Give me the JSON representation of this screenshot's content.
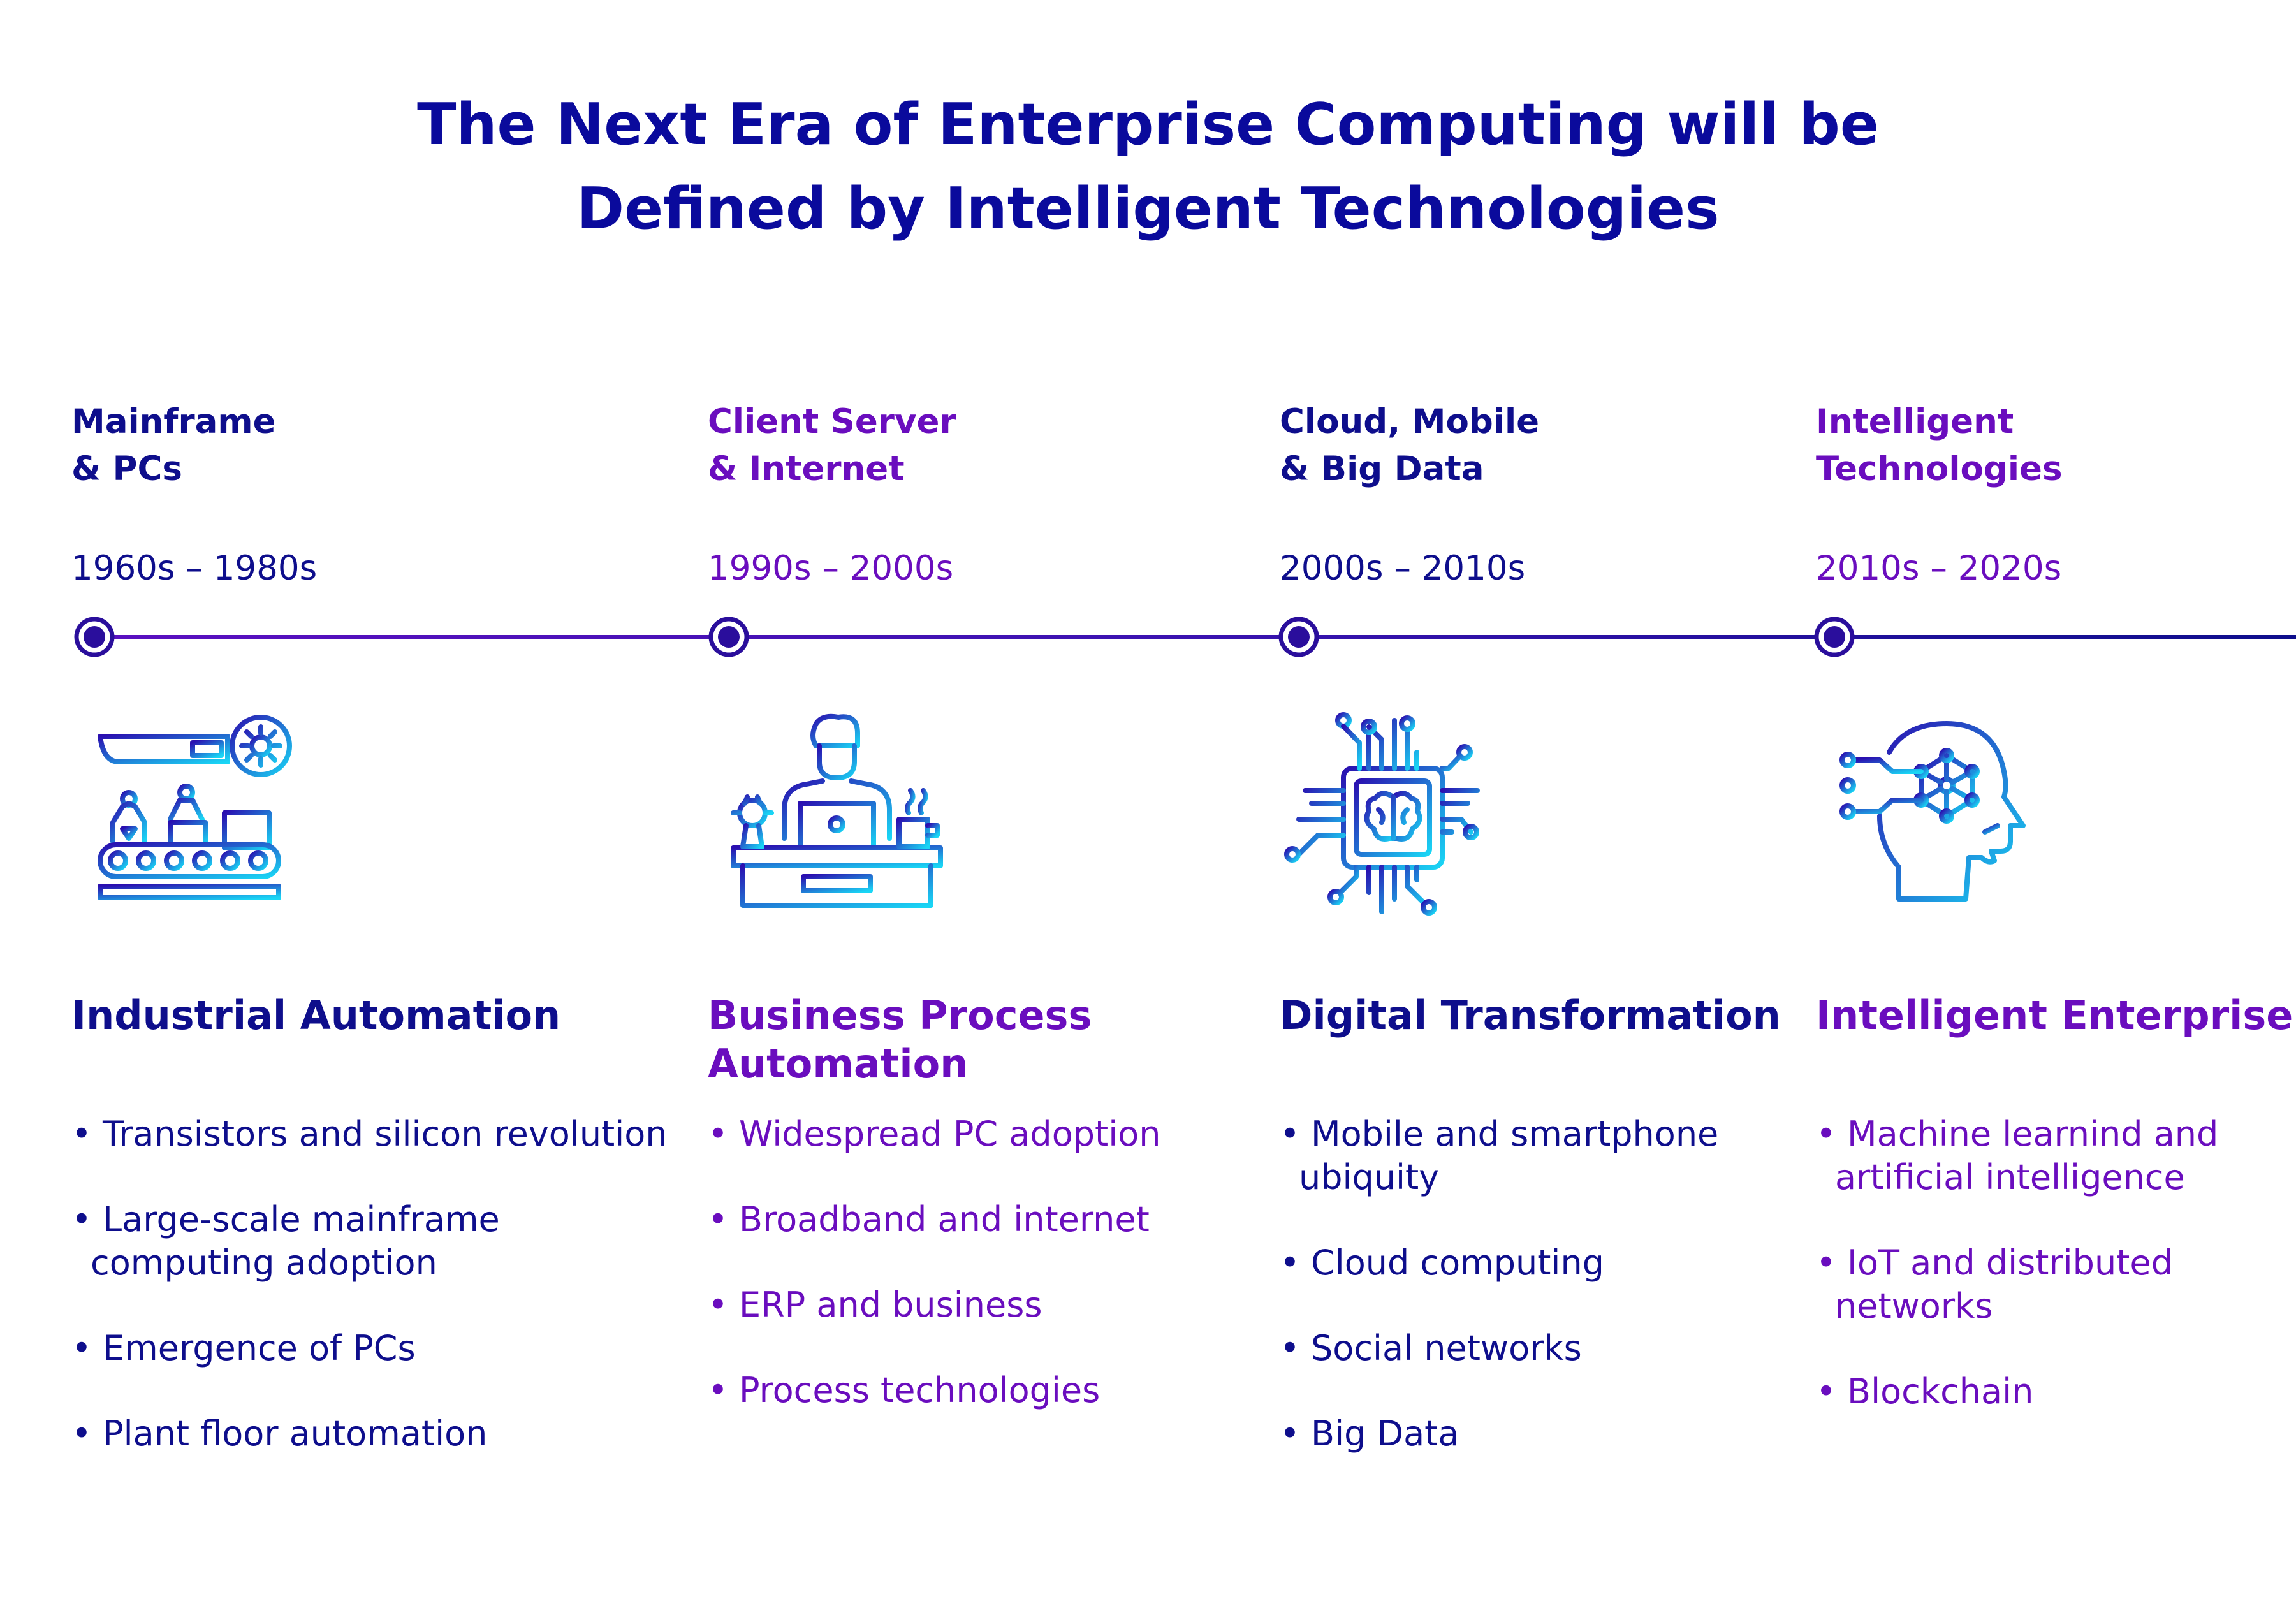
{
  "title": {
    "line1": "The Next Era of Enterprise Computing will be",
    "line2": "Defined by Intelligent Technologies"
  },
  "colors": {
    "dark_blue": "#0e0e8c",
    "purple": "#6a0dbe",
    "gradient_start": "#2a0fb0",
    "gradient_end": "#19d6f5"
  },
  "eras": [
    {
      "name_line1": "Mainframe",
      "name_line2": "& PCs",
      "years": "1960s – 1980s",
      "icon": "factory-automation-icon",
      "heading_line1": "Industrial Automation",
      "heading_line2": "",
      "bullets": [
        {
          "line1": "• Transistors and silicon revolution",
          "line2": ""
        },
        {
          "line1": "• Large-scale mainframe",
          "line2": "computing adoption"
        },
        {
          "line1": "• Emergence of PCs",
          "line2": ""
        },
        {
          "line1": "• Plant floor automation",
          "line2": ""
        }
      ]
    },
    {
      "name_line1": "Client Server",
      "name_line2": "& Internet",
      "years": "1990s – 2000s",
      "icon": "office-worker-laptop-icon",
      "heading_line1": "Business Process",
      "heading_line2": "Automation",
      "bullets": [
        {
          "line1": "• Widespread PC adoption",
          "line2": ""
        },
        {
          "line1": "• Broadband and internet",
          "line2": ""
        },
        {
          "line1": "• ERP and business",
          "line2": ""
        },
        {
          "line1": "• Process technologies",
          "line2": ""
        }
      ]
    },
    {
      "name_line1": "Cloud, Mobile",
      "name_line2": "& Big Data",
      "years": "2000s – 2010s",
      "icon": "brain-chip-icon",
      "heading_line1": "Digital Transformation",
      "heading_line2": "",
      "bullets": [
        {
          "line1": "• Mobile and smartphone",
          "line2": "ubiquity"
        },
        {
          "line1": "• Cloud computing",
          "line2": ""
        },
        {
          "line1": "• Social networks",
          "line2": ""
        },
        {
          "line1": "• Big Data",
          "line2": ""
        }
      ]
    },
    {
      "name_line1": "Intelligent",
      "name_line2": "Technologies",
      "years": "2010s – 2020s",
      "icon": "ai-head-network-icon",
      "heading_line1": "Intelligent Enterprise",
      "heading_line2": "",
      "bullets": [
        {
          "line1": "• Machine learnind and",
          "line2": "artificial intelligence"
        },
        {
          "line1": "• IoT and distributed",
          "line2": "networks"
        },
        {
          "line1": "• Blockchain",
          "line2": ""
        }
      ]
    }
  ]
}
